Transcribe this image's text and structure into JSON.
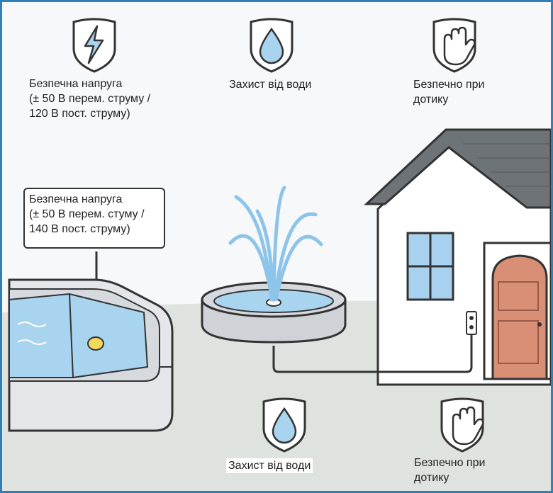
{
  "labels": {
    "top_voltage": "Безпечна напруга\n(± 50 В перем. струму /\n120 В пост. струму)",
    "top_water": "Захист від води",
    "top_touch": "Безпечно при\nдотику",
    "pool_voltage": "Безпечна напруга\n(± 50 В перем. стуму /\n140 В пост. струму)",
    "bottom_water": "Захист від води",
    "bottom_touch": "Безпечно при\nдотику"
  },
  "icons": {
    "voltage": "lightning-bolt-icon",
    "water": "water-drop-icon",
    "touch": "hand-icon"
  },
  "colors": {
    "frame": "#2f7fb8",
    "water": "#a9d4ef",
    "roof": "#6e7378",
    "door": "#d98e76",
    "window": "#a8d0ef",
    "ground": "#dfe3df",
    "light": "#f4d75e"
  }
}
